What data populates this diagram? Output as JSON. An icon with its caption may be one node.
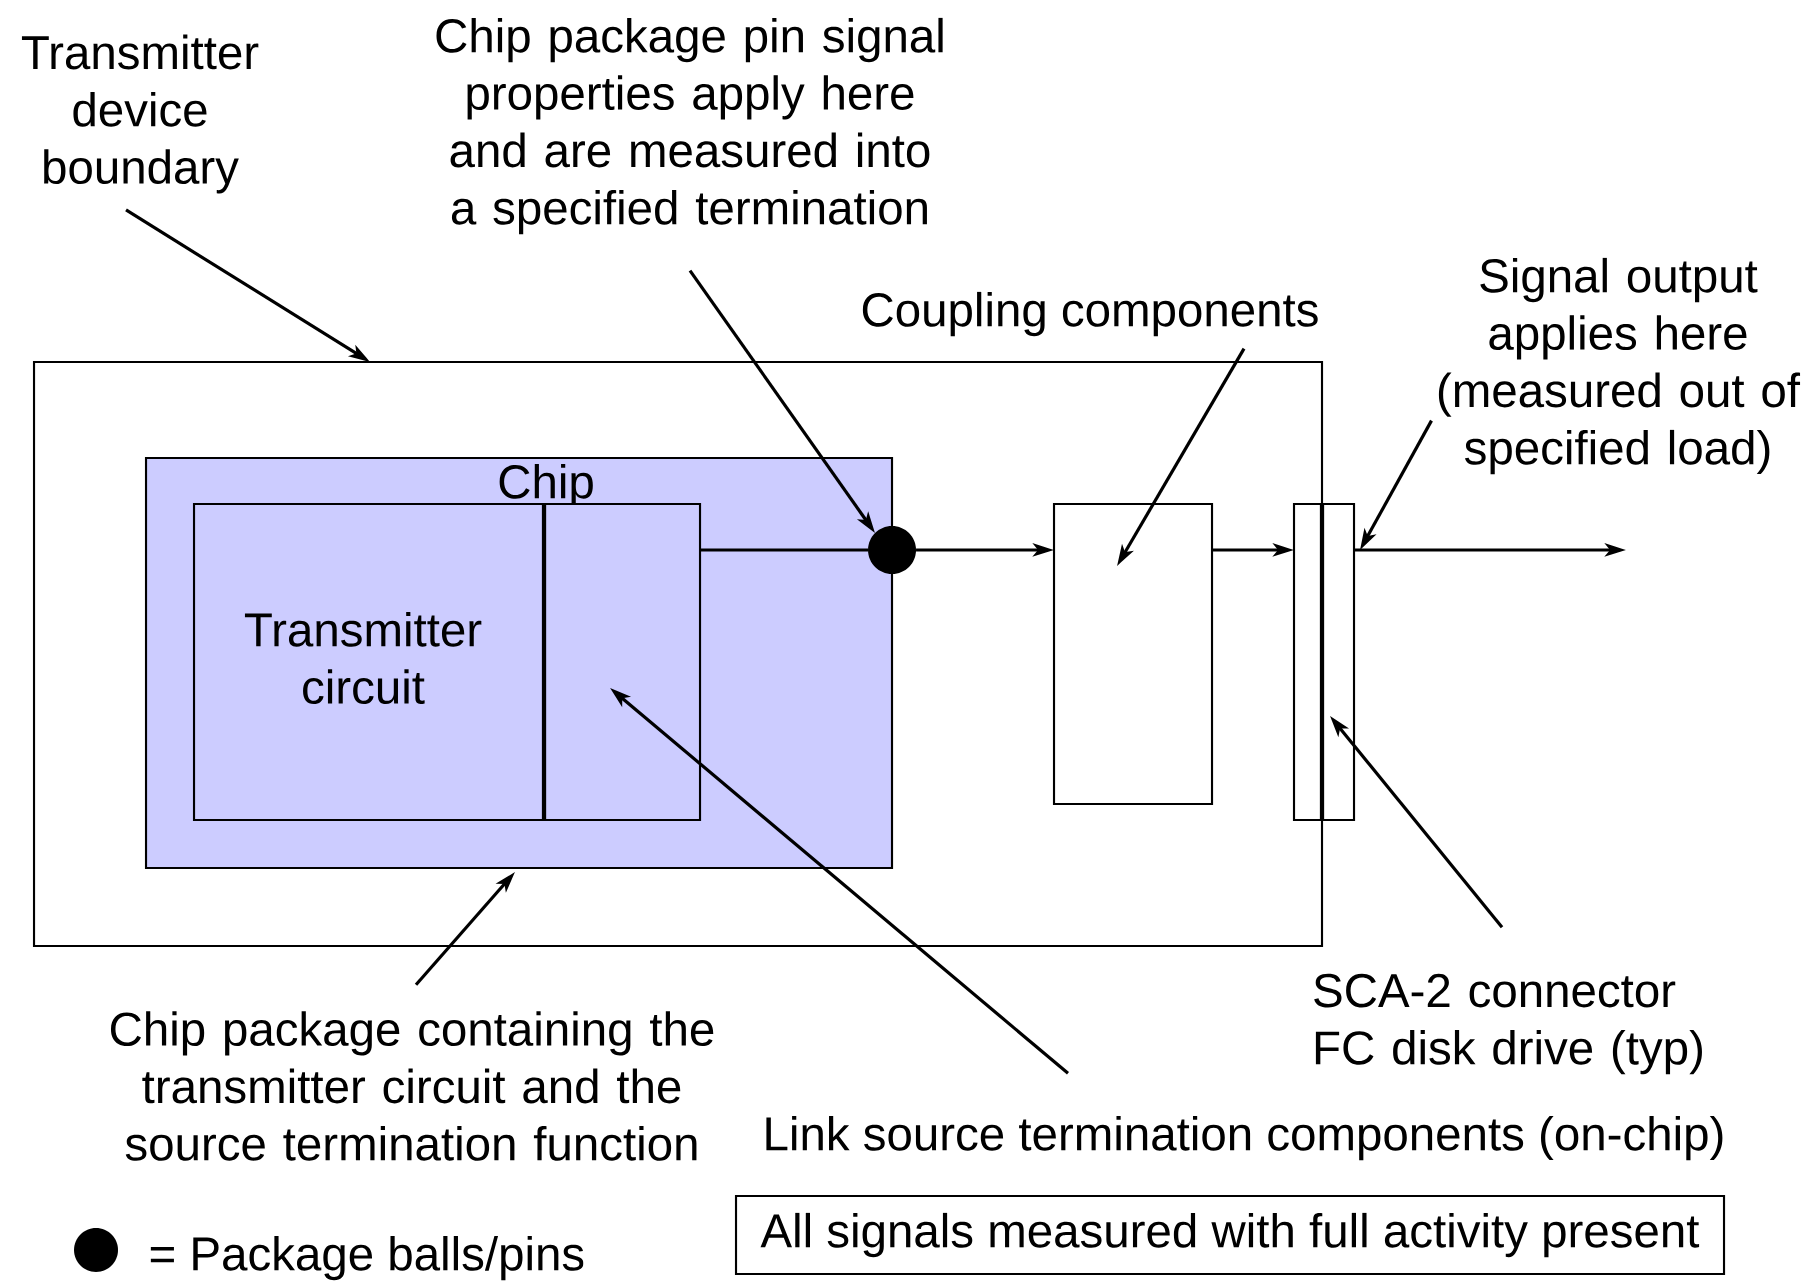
{
  "diagram": {
    "nodes": [
      {
        "text": [
          "Transmitter device boundary"
        ]
      },
      {
        "text": [
          "Chip package pin signal properties apply here and are measured into a specified termination"
        ]
      },
      {
        "text": [
          "Coupling components"
        ]
      },
      {
        "text": [
          "Signal output applies here (measured out of specified load)"
        ]
      },
      {
        "text": [],
        "shape": "box"
      },
      {
        "text": [
          "Chip"
        ],
        "in": 4
      },
      {
        "text": [
          "Transmitter circuit"
        ],
        "in": 5
      },
      {
        "text": [],
        "shape": "box",
        "in": 5
      },
      {
        "text": [],
        "shape": "circle",
        "in": 4
      },
      {
        "text": [],
        "shape": "box",
        "in": 4
      },
      {
        "text": [],
        "shape": "box"
      },
      {
        "text": [
          "SCA-2 connector FC disk drive (typ)"
        ]
      },
      {
        "text": [
          "Chip package containing the transmitter circuit and the source termination function"
        ]
      },
      {
        "text": [
          "Link source termination components (on-chip)"
        ]
      },
      {
        "text": [
          "All signals measured with full activity present"
        ]
      }
    ],
    "edges": [
      {
        "from": 0,
        "to": 4,
        "arrow": "to"
      },
      {
        "from": 1,
        "to": 8,
        "arrow": "to"
      },
      {
        "from": 2,
        "to": 9,
        "arrow": "to"
      },
      {
        "from": 3,
        "to": 10,
        "arrow": "to"
      },
      {
        "from": 11,
        "to": 10,
        "arrow": "to"
      },
      {
        "from": 12,
        "to": 5,
        "arrow": "to"
      },
      {
        "from": 13,
        "to": 7,
        "arrow": "to"
      },
      {
        "from": 7,
        "to": 8,
        "arrow": "none"
      },
      {
        "from": 8,
        "to": 9,
        "arrow": "to"
      },
      {
        "from": 9,
        "to": 10,
        "arrow": "to"
      },
      {
        "from": 10,
        "to": null,
        "arrow": "to"
      }
    ],
    "legend": [
      {
        "text": "= Package balls/pins"
      }
    ]
  }
}
